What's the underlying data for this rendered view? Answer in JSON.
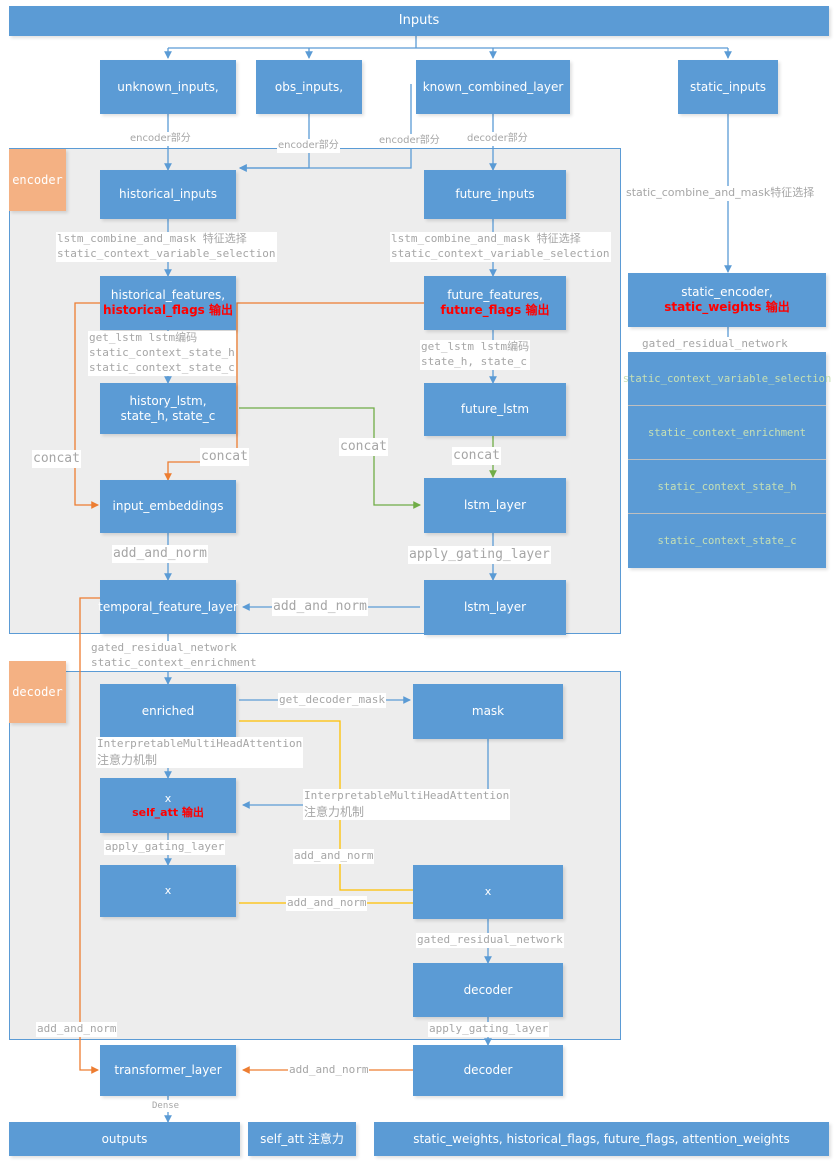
{
  "diagram": {
    "title": "Inputs",
    "colors": {
      "box_fill": "#5B9BD5",
      "region_fill": "#EDEDED",
      "region_border": "#5B9BD5",
      "region_label_fill": "#F4B183",
      "label_gray": "#A6A6A6",
      "label_green": "#9CCB7F",
      "label_orange": "#ED7D31",
      "highlight_red": "#FF0000",
      "arrow_blue": "#5B9BD5",
      "arrow_orange": "#ED7D31",
      "arrow_green": "#70AD47",
      "arrow_yellow": "#FFC000",
      "stack_text": "#C6E0B4"
    },
    "regions": [
      {
        "name": "encoder",
        "label": "encoder"
      },
      {
        "name": "decoder",
        "label": "decoder"
      }
    ],
    "boxes": {
      "inputs": "Inputs",
      "unknown_inputs": "unknown_inputs,",
      "obs_inputs": "obs_inputs,",
      "known_combined_layer": "known_combined_layer",
      "static_inputs": "static_inputs",
      "historical_inputs": "historical_inputs",
      "future_inputs": "future_inputs",
      "historical_features_l1": "historical_features,",
      "historical_features_l2": "historical_flags 输出",
      "future_features_l1": "future_features,",
      "future_features_l2": "future_flags 输出",
      "history_lstm_l1": "history_lstm,",
      "history_lstm_l2": "state_h, state_c",
      "future_lstm": "future_lstm",
      "input_embeddings": "input_embeddings",
      "lstm_layer_1": "lstm_layer",
      "temporal_feature_layer": "temporal_feature_layer",
      "lstm_layer_2": "lstm_layer",
      "static_encoder_l1": "static_encoder,",
      "static_encoder_l2": "static_weights 输出",
      "enriched": "enriched",
      "mask": "mask",
      "x_self_att_l1": "x",
      "x_self_att_l2": "self_att 输出",
      "x_gated": "x",
      "x_addnorm": "x",
      "decoder_1": "decoder",
      "decoder_2": "decoder",
      "transformer_layer": "transformer_layer",
      "outputs": "outputs",
      "self_att_attention": "self_att 注意力",
      "final_weights": "static_weights,  historical_flags,  future_flags, attention_weights"
    },
    "static_stack": [
      "static_context_variable_selection",
      "static_context_enrichment",
      "static_context_state_h",
      "static_context_state_c"
    ],
    "edge_labels": {
      "encoder_part_1": "encoder部分",
      "encoder_part_2": "encoder部分",
      "encoder_part_3": "encoder部分",
      "decoder_part": "decoder部分",
      "static_combine_and_mask": "static_combine_and_mask特征选择",
      "lstm_combine_left_1": "lstm_combine_and_mask 特征选择",
      "lstm_combine_left_2": "static_context_variable_selection",
      "lstm_combine_right_1": "lstm_combine_and_mask 特征选择",
      "lstm_combine_right_2": "static_context_variable_selection",
      "get_lstm_left_1": "get_lstm lstm编码",
      "get_lstm_left_2": "static_context_state_h",
      "get_lstm_left_3": "static_context_state_c",
      "get_lstm_right_1": "get_lstm lstm编码",
      "get_lstm_right_2": "state_h, state_c",
      "concat_far_left": "concat",
      "concat_left": "concat",
      "concat_mid": "concat",
      "concat_right": "concat",
      "add_and_norm_left": "add_and_norm",
      "apply_gating_layer_right": "apply_gating_layer",
      "add_and_norm_mid": "add_and_norm",
      "gated_residual_network_enrich_1": "gated_residual_network",
      "gated_residual_network_enrich_2": "static_context_enrichment",
      "gated_residual_network_static": "gated_residual_network",
      "get_decoder_mask": "get_decoder_mask",
      "imha_left_1": "InterpretableMultiHeadAttention",
      "imha_left_2": "注意力机制",
      "imha_right_1": "InterpretableMultiHeadAttention",
      "imha_right_2": "注意力机制",
      "apply_gating_layer_dec": "apply_gating_layer",
      "add_and_norm_yellow_v": "add_and_norm",
      "add_and_norm_yellow_h": "add_and_norm",
      "gated_residual_network_dec": "gated_residual_network",
      "add_and_norm_bottom_left": "add_and_norm",
      "apply_gating_layer_bottom": "apply_gating_layer",
      "add_and_norm_bottom": "add_and_norm",
      "dense": "Dense"
    }
  }
}
